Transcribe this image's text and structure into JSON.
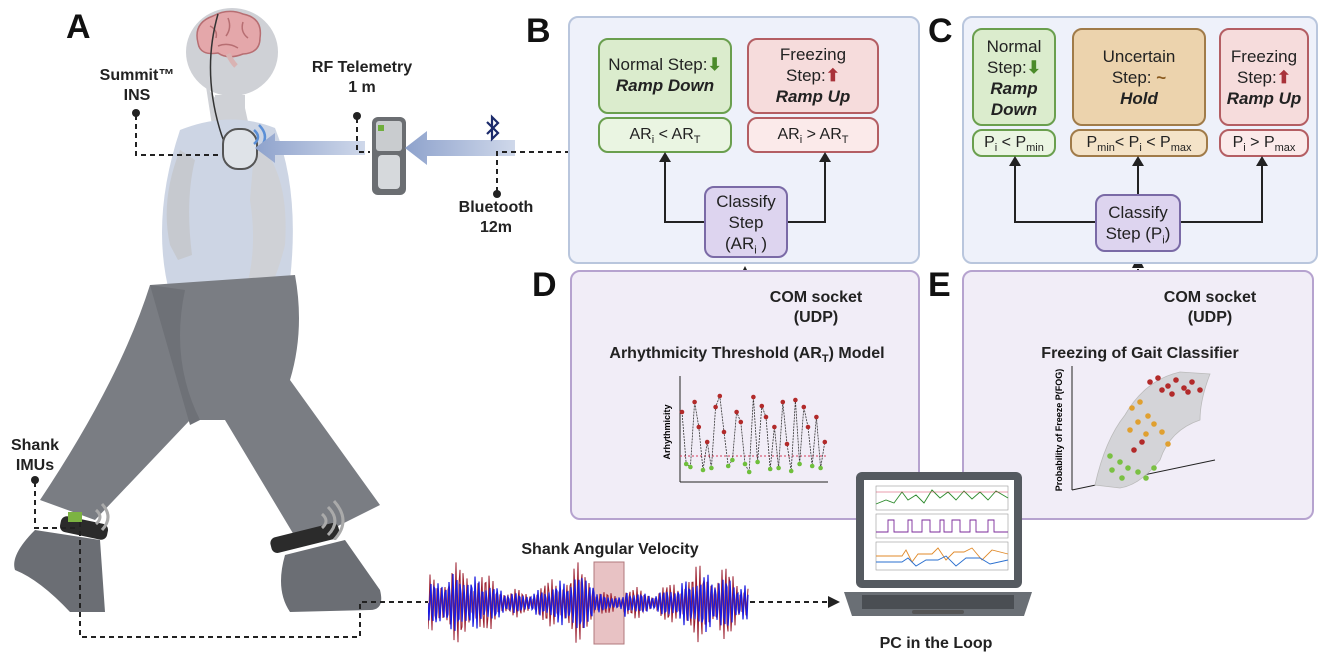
{
  "panels": {
    "A": "A",
    "B": "B",
    "C": "C",
    "D": "D",
    "E": "E"
  },
  "labels": {
    "summit_ins": "Summit™ INS",
    "summit_line1": "Summit™",
    "summit_line2": "INS",
    "rf_line1": "RF Telemetry",
    "rf_line2": "1 m",
    "bt_line1": "Bluetooth",
    "bt_line2": "12m",
    "shank_line1": "Shank",
    "shank_line2": "IMUs",
    "angular_velocity": "Shank Angular Velocity",
    "pc_in_loop": "PC in the Loop"
  },
  "panel_b": {
    "normal_line1": "Normal Step:",
    "normal_line2": "Ramp Down",
    "freezing_line1": "Freezing",
    "freezing_line2": "Step:",
    "freezing_line3": "Ramp Up",
    "cond_normal": "AR",
    "cond_freezing": "AR",
    "classify_line1": "Classify",
    "classify_line2": "Step",
    "classify_line3": "(AR",
    "classify_close": " )"
  },
  "panel_c": {
    "normal_line1": "Normal",
    "normal_line2": "Step:",
    "normal_line3": "Ramp",
    "normal_line4": "Down",
    "uncertain_line1": "Uncertain",
    "uncertain_line2": "Step:",
    "uncertain_line3": "Hold",
    "freezing_line1": "Freezing",
    "freezing_line2": "Step:",
    "freezing_line3": "Ramp Up",
    "classify_line1": "Classify",
    "classify_line2": "Step (P",
    "classify_close": ")"
  },
  "panel_d": {
    "com_line1": "COM socket",
    "com_line2": "(UDP)",
    "model_title": "Arhythmicity Threshold (AR",
    "model_close": ") Model",
    "ylabel": "Arhythmicity"
  },
  "panel_e": {
    "com_line1": "COM socket",
    "com_line2": "(UDP)",
    "classifier_title": "Freezing of Gait Classifier",
    "ylabel": "Probability of Freeze P(FOG)"
  },
  "colors": {
    "panel_blue_bg": "#eef1fa",
    "panel_purple_bg": "#f1edf7",
    "green": "#dbeccd",
    "red": "#f6dcdc",
    "orange": "#ecd3ad",
    "violet": "#ddd4ef",
    "arrow": "#9fb0d2",
    "signal_blue": "#1a1adf",
    "signal_red": "#9c2030"
  },
  "icons": [
    "brain-icon",
    "bluetooth-icon",
    "wireless-signal-icon",
    "down-arrow-icon",
    "up-arrow-icon",
    "tilde-icon",
    "laptop-icon",
    "device-icon"
  ]
}
